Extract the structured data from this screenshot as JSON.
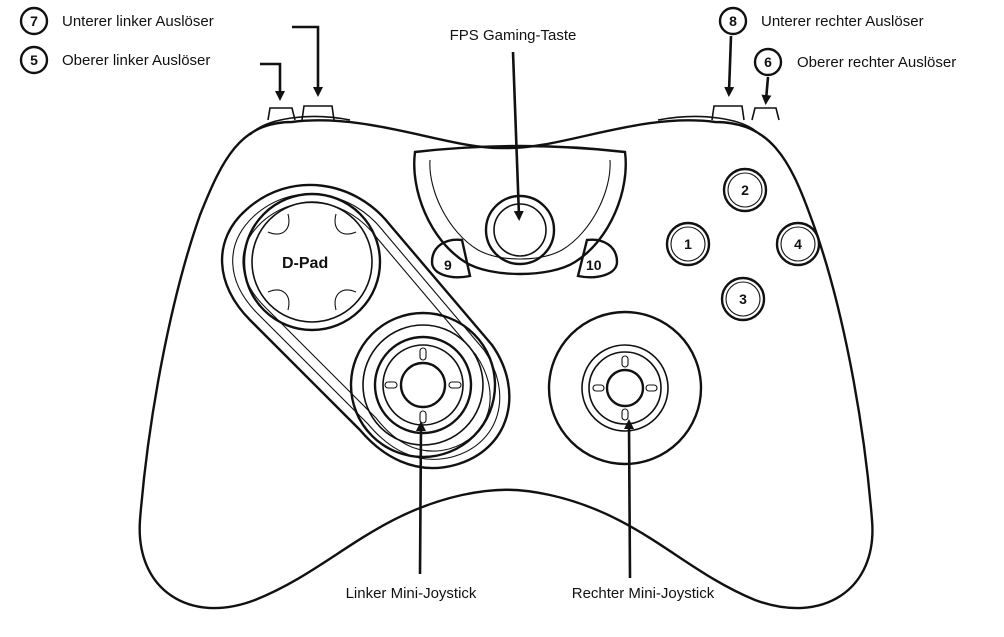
{
  "labels": {
    "trigger_lower_left": {
      "number": "7",
      "text": "Unterer linker Auslöser"
    },
    "trigger_upper_left": {
      "number": "5",
      "text": "Oberer linker Auslöser"
    },
    "trigger_lower_right": {
      "number": "8",
      "text": "Unterer rechter Auslöser"
    },
    "trigger_upper_right": {
      "number": "6",
      "text": "Oberer rechter Auslöser"
    },
    "fps_button": "FPS Gaming-Taste",
    "left_joystick": "Linker Mini-Joystick",
    "right_joystick": "Rechter Mini-Joystick"
  },
  "dpad_label": "D-Pad",
  "buttons": {
    "b1": "1",
    "b2": "2",
    "b3": "3",
    "b4": "4",
    "b9": "9",
    "b10": "10"
  },
  "colors": {
    "line": "#111111",
    "background": "#ffffff"
  }
}
